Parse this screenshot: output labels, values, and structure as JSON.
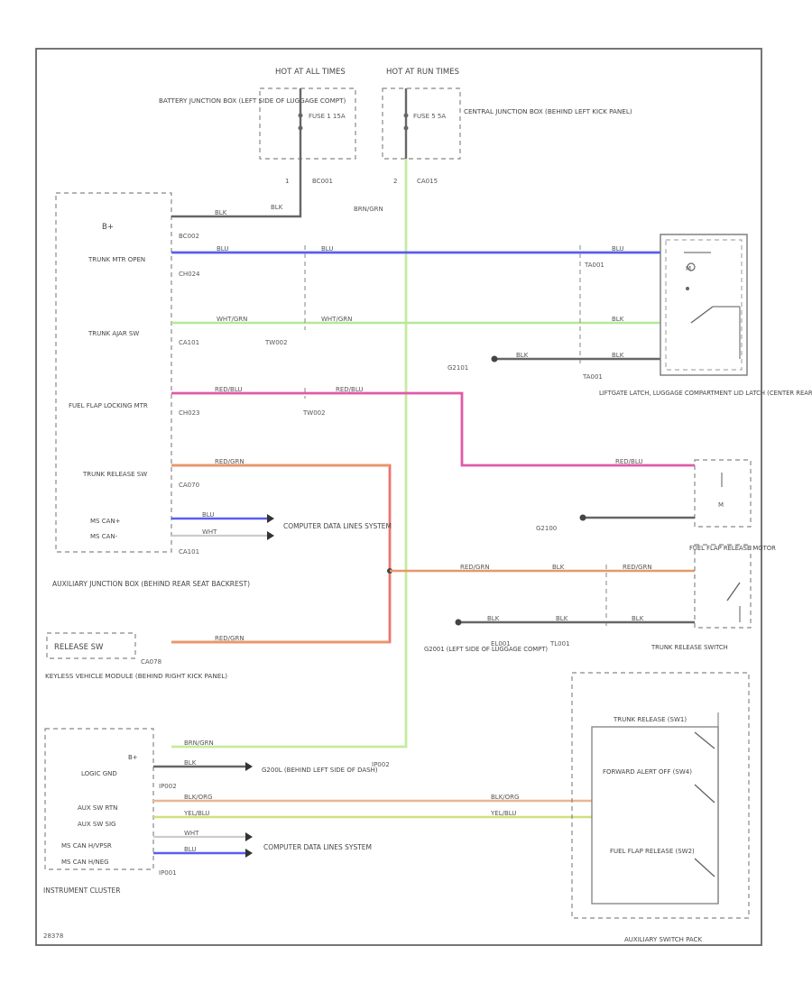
{
  "colors": {
    "blue": "#5a5cf0",
    "green": "#b6e89a",
    "light_green": "#c7eaa0",
    "magenta": "#e05aa8",
    "orange": "#e8976a",
    "red": "#ee7470",
    "yellow_green": "#cfe07a",
    "tan": "#e8b690",
    "black": "#666666"
  },
  "labels": {
    "hot_at_all_times": "HOT AT ALL TIMES",
    "hot_at_run": "HOT AT RUN TIMES",
    "battery_jb": "BATTERY JUNCTION BOX (LEFT SIDE OF LUGGAGE COMPT)",
    "central_jb": "CENTRAL JUNCTION BOX (BEHIND LEFT KICK PANEL)",
    "fuse_1": "FUSE 1 15A",
    "fuse_2": "FUSE 5 5A",
    "pin_1": "1",
    "pin_2": "2",
    "conn_bc001": "BC001",
    "conn_ca015": "CA015",
    "wire_blk_top": "BLK",
    "wire_brn_grn": "BRN/GRN",
    "aux_b_plus": "B+",
    "conn_bc002": "BC002",
    "trunk_mtr_open": "TRUNK MTR OPEN",
    "conn_ch024": "CH024",
    "trunk_ajar": "TRUNK AJAR SW",
    "conn_ca101": "CA101",
    "conn_tw002_a": "TW002",
    "fuel_flap_locking": "FUEL FLAP LOCKING MTR",
    "conn_ch023": "CH023",
    "conn_tw002_b": "TW002",
    "trunk_release_sw": "TRUNK RELEASE SW",
    "conn_ca070": "CA070",
    "ms_can_h": "MS CAN+",
    "ms_can_l": "MS CAN-",
    "conn_ca101_b": "CA101",
    "computer_data_1": "COMPUTER DATA LINES SYSTEM",
    "aux_jb": "AUXILIARY JUNCTION BOX (BEHIND REAR SEAT BACKREST)",
    "release_sw": "RELEASE SW",
    "conn_ca078": "CA078",
    "keyless_module": "KEYLESS VEHICLE MODULE (BEHIND RIGHT KICK PANEL)",
    "liftgate_latch": "LIFTGATE LATCH, LUGGAGE COMPARTMENT LID LATCH (CENTER REAR OF LUGGAGE COMPT LID)",
    "conn_ta001_a": "TA001",
    "conn_ta001_b": "TA001",
    "ground_g1": "G2101",
    "ground_g2": "G2100",
    "fuel_flap_release": "FUEL FLAP RELEASE MOTOR",
    "conn_el001": "EL001",
    "conn_tl001": "TL001",
    "ground_g3": "G2001 (LEFT SIDE OF LUGGAGE COMPT)",
    "trunk_release_switch": "TRUNK RELEASE SWITCH",
    "ic_b_plus": "B+",
    "logic_gnd": "LOGIC GND",
    "conn_ip002_a": "IP002",
    "conn_ip002_b": "IP002",
    "g200l": "G200L (BEHIND LEFT SIDE OF DASH)",
    "aux_sw_rtn": "AUX SW RTN",
    "aux_sw_sig": "AUX SW SIG",
    "ms_can_h_ic": "MS CAN H/VPSR",
    "ms_can_l_ic": "MS CAN H/NEG",
    "conn_ip001": "IP001",
    "computer_data_2": "COMPUTER DATA LINES SYSTEM",
    "instrument_cluster": "INSTRUMENT CLUSTER",
    "trunk_release_sw_aux": "TRUNK RELEASE (SW1)",
    "forward_alert": "FORWARD ALERT OFF (SW4)",
    "fuel_flap_release_sw": "FUEL FLAP RELEASE (SW2)",
    "aux_switch_pack": "AUXILIARY SWITCH PACK",
    "footer_id": "28378"
  },
  "wire_labels": {
    "blk": "BLK",
    "blu": "BLU",
    "wht_grn": "WHT/GRN",
    "red_blu": "RED/BLU",
    "red_grn": "RED/GRN",
    "wht": "WHT",
    "brn_grn": "BRN/GRN",
    "blk_org": "BLK/ORG",
    "yel_blu": "YEL/BLU"
  }
}
